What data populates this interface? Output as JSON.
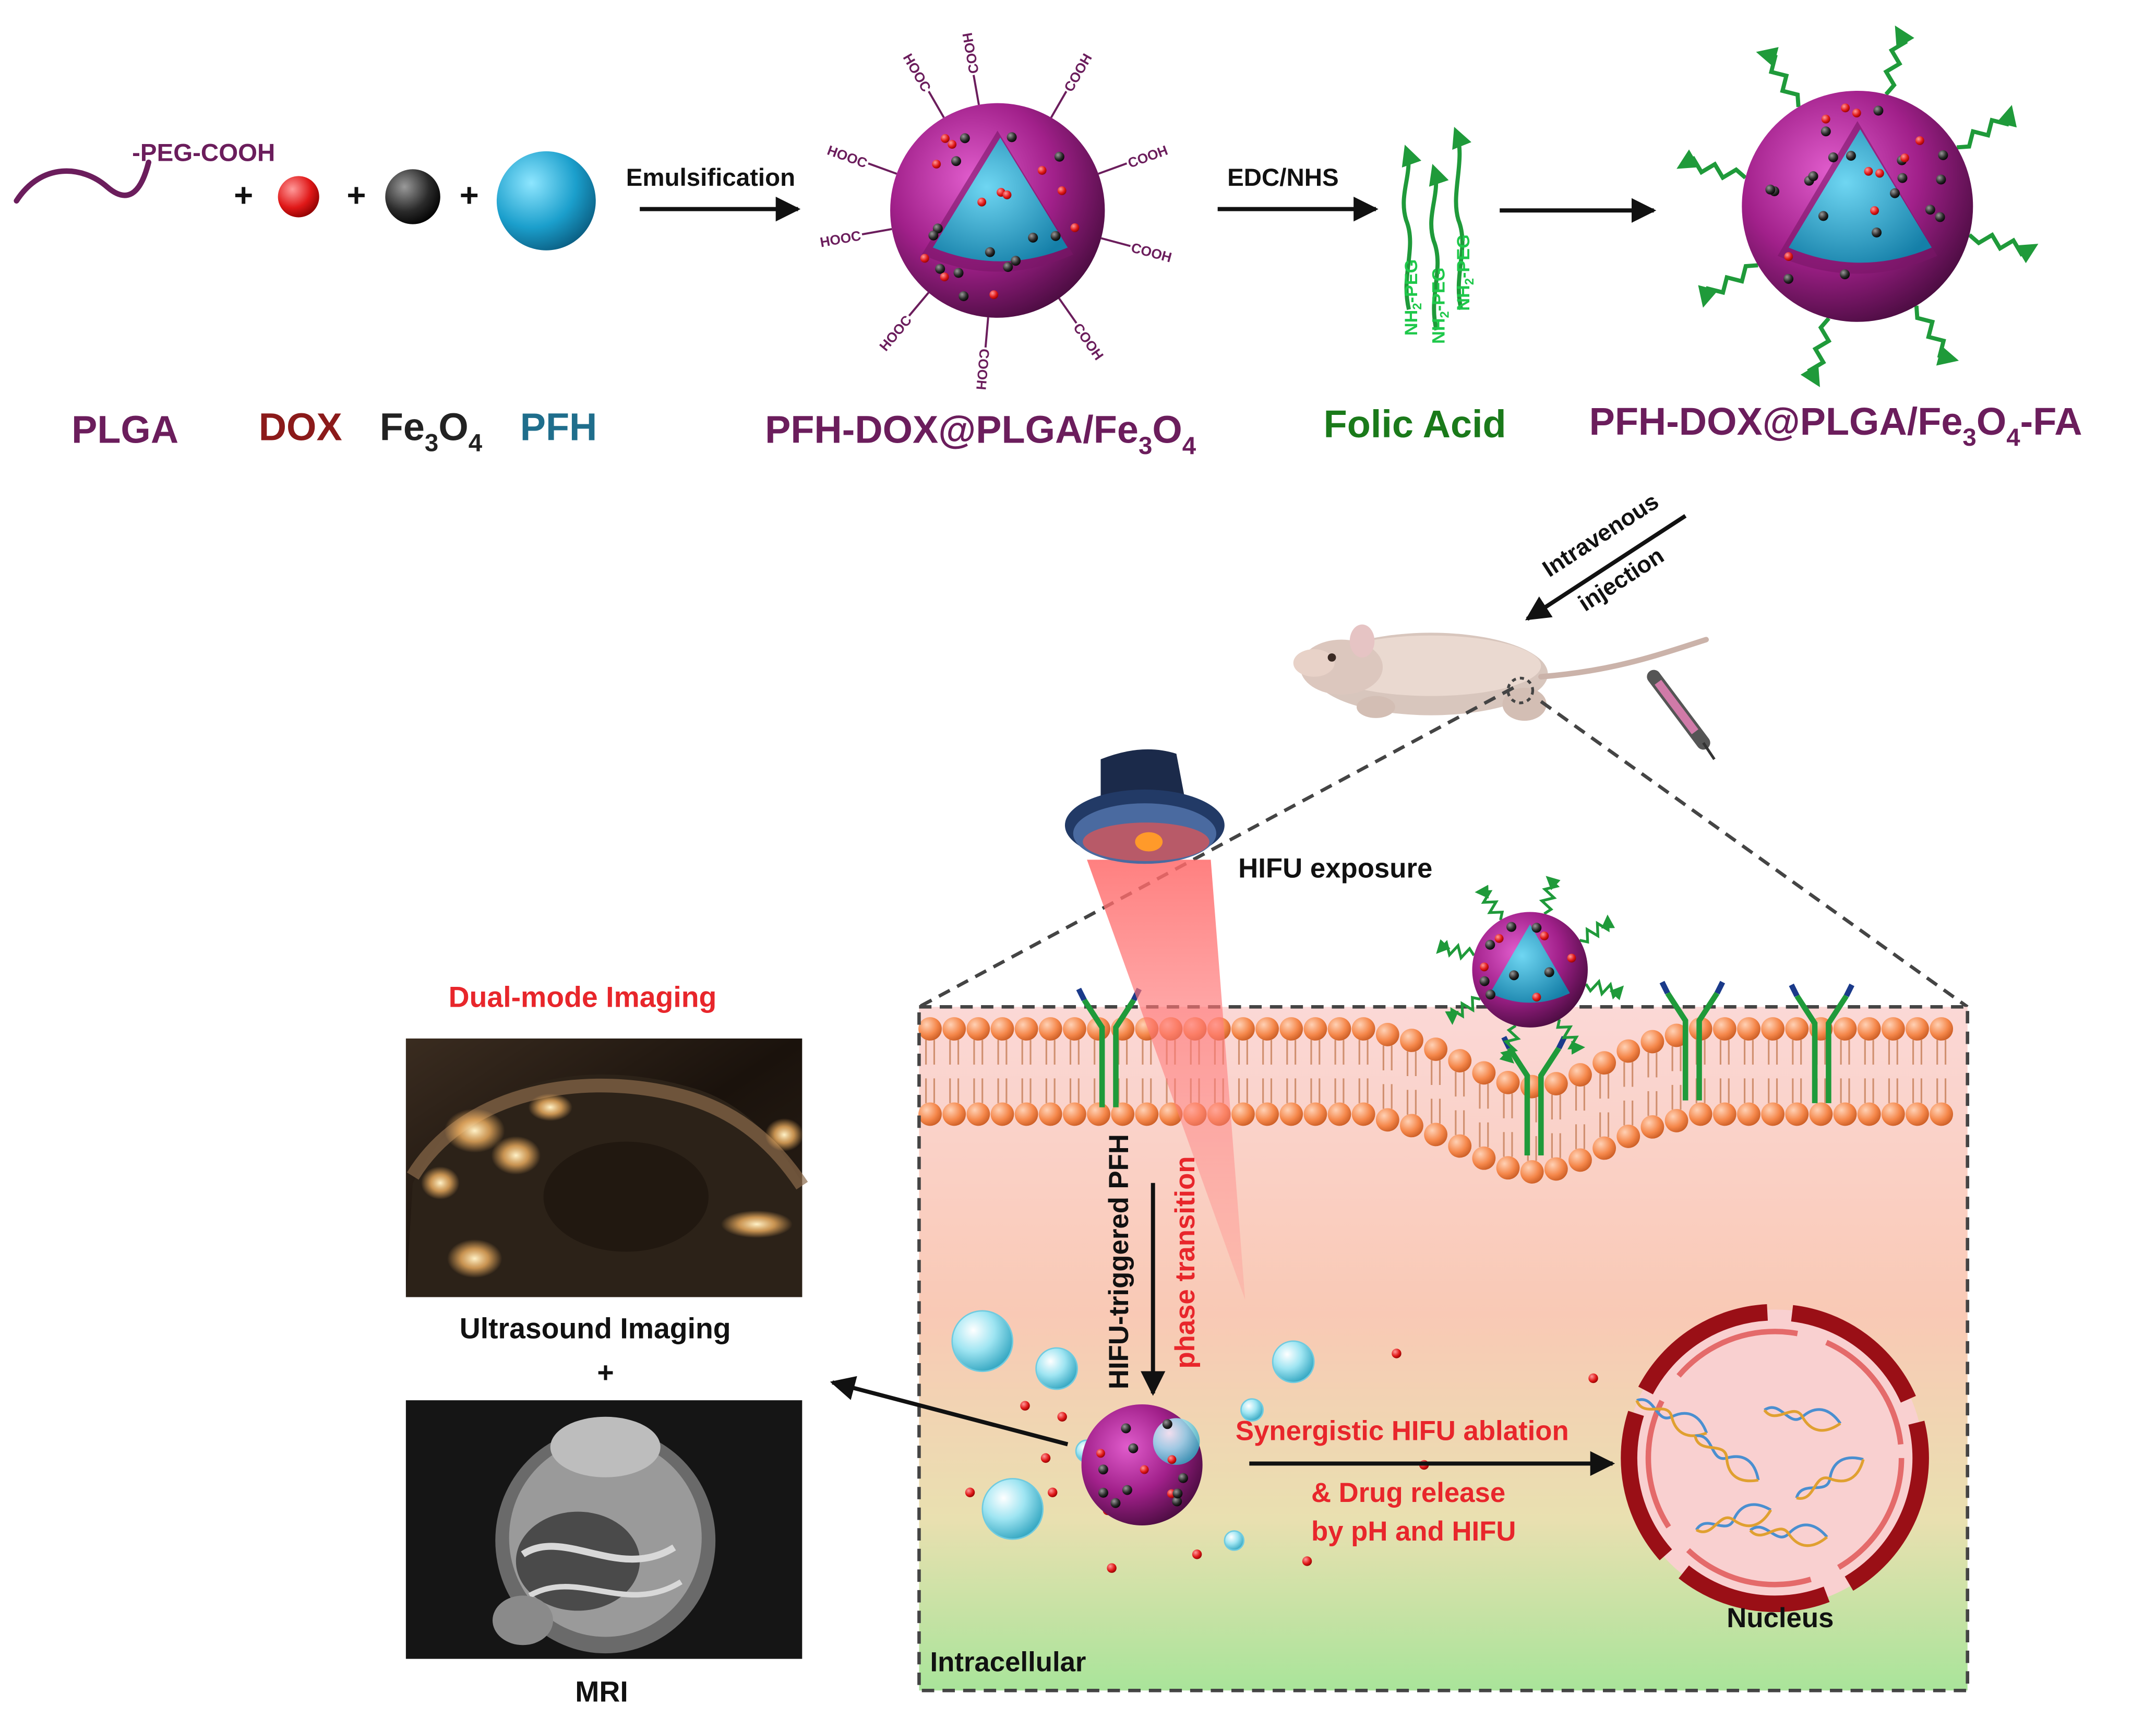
{
  "reagents": {
    "plga_group": "-PEG-COOH",
    "plus": "+",
    "plga": "PLGA",
    "dox": "DOX",
    "fe3o4_main": "Fe",
    "fe3o4_sub1": "3",
    "fe3o4_mid": "O",
    "fe3o4_sub2": "4",
    "pfh": "PFH"
  },
  "steps": {
    "emulsification": "Emulsification",
    "edc_nhs": "EDC/NHS",
    "injection_line1": "Intravenous",
    "injection_line2": "injection",
    "hifu_exposure": "HIFU exposure"
  },
  "particles": {
    "cooh": "COOH",
    "hooc": "HOOC",
    "product1_a": "PFH-DOX@PLGA/Fe",
    "product1_sub3": "3",
    "product1_o": "O",
    "product1_sub4": "4",
    "folic_acid": "Folic Acid",
    "nh2_a": "NH",
    "nh2_sub": "2",
    "nh2_b": "-PEG",
    "product2_a": "PFH-DOX@PLGA/Fe",
    "product2_sub3": "3",
    "product2_o": "O",
    "product2_sub4": "4",
    "product2_b": "-FA"
  },
  "imaging": {
    "title": "Dual-mode Imaging",
    "ultrasound": "Ultrasound Imaging",
    "plus": "+",
    "mri": "MRI"
  },
  "cell": {
    "pfh_line1": "HIFU-triggered PFH",
    "pfh_line2": "phase transition",
    "ablation": "Synergistic HIFU ablation",
    "release_line1": "& Drug release",
    "release_line2": "by pH and HIFU",
    "nucleus": "Nucleus",
    "intracellular": "Intracellular"
  },
  "colors": {
    "plga": "#6b1d5c",
    "dox": "#8b1a1a",
    "pfh": "#1f6e8c",
    "folic": "#1a7a1a",
    "nh2": "#1ec84a",
    "red_text": "#e8262b",
    "sphere": "#a8248f",
    "core": "#29a3cc"
  }
}
